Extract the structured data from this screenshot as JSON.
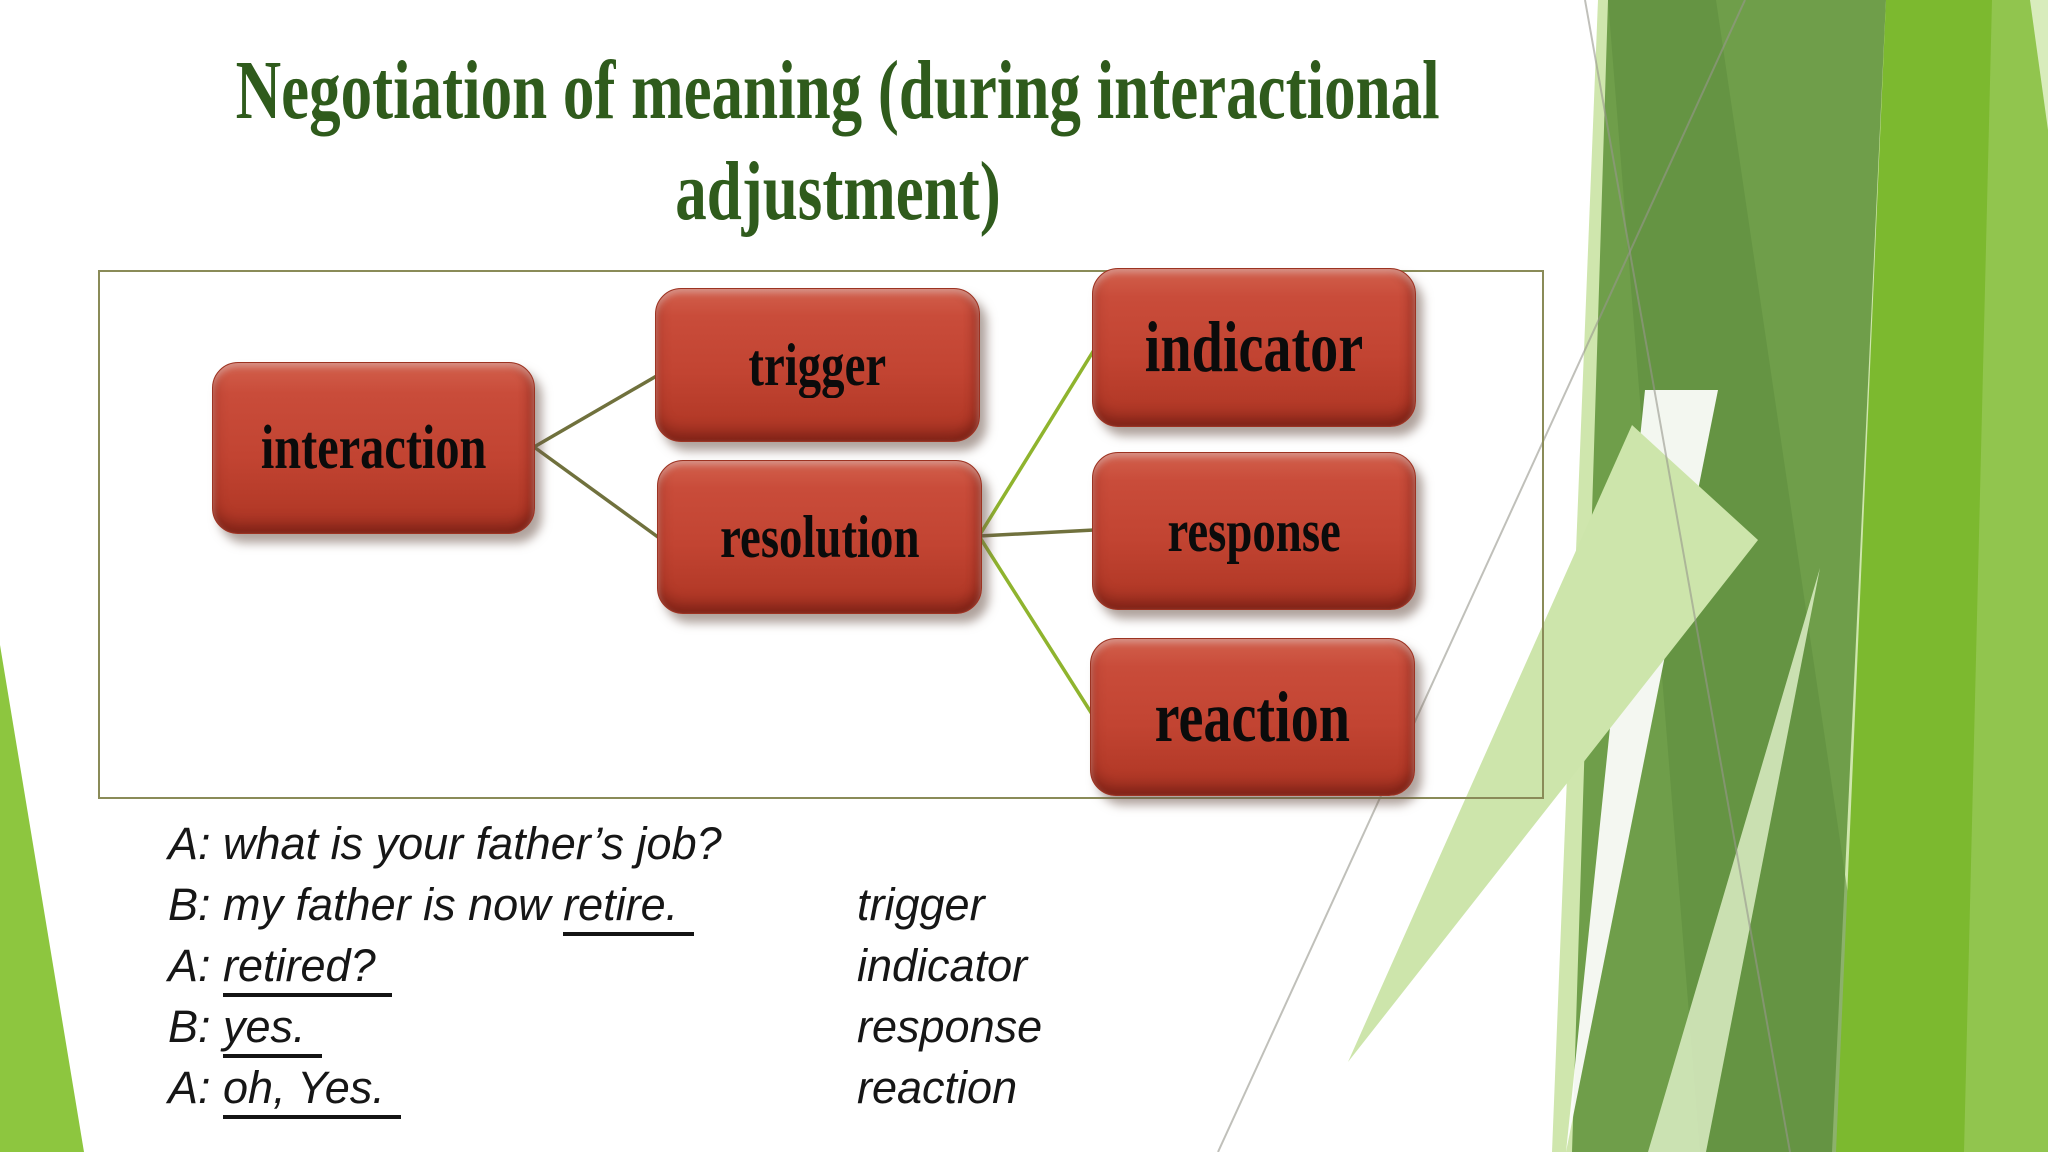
{
  "title": {
    "line1": "Negotiation of meaning (during interactional",
    "line2": "adjustment)"
  },
  "diagram": {
    "boxes": [
      {
        "id": "interaction",
        "label": "interaction"
      },
      {
        "id": "trigger",
        "label": "trigger"
      },
      {
        "id": "resolution",
        "label": "resolution"
      },
      {
        "id": "indicator",
        "label": "indicator"
      },
      {
        "id": "response",
        "label": "response"
      },
      {
        "id": "reaction",
        "label": "reaction"
      }
    ]
  },
  "dialogue": {
    "lines": [
      {
        "prefix": "A: ",
        "plain": "what is your father’s job?",
        "underline": "",
        "label": ""
      },
      {
        "prefix": "B: ",
        "plain": "my father is now ",
        "underline": "retire.",
        "label": "trigger"
      },
      {
        "prefix": "A: ",
        "plain": "",
        "underline": "retired?",
        "label": "indicator"
      },
      {
        "prefix": "B: ",
        "plain": "",
        "underline": "yes.",
        "label": "response"
      },
      {
        "prefix": "A: ",
        "plain": "",
        "underline": "oh, Yes.",
        "label": "reaction"
      }
    ]
  },
  "colors": {
    "title_green": "#2f5b1c",
    "box_red": "#c24432",
    "frame_olive": "#8a8b58",
    "connector_olive": "#70713d",
    "connector_yellow_green": "#8fb42e",
    "decor_medium_green": "#6f9e4a",
    "decor_bright_green": "#7cb92f",
    "decor_pale_green": "#cfe6ad",
    "corner_wedge_green": "#8dc63f"
  }
}
